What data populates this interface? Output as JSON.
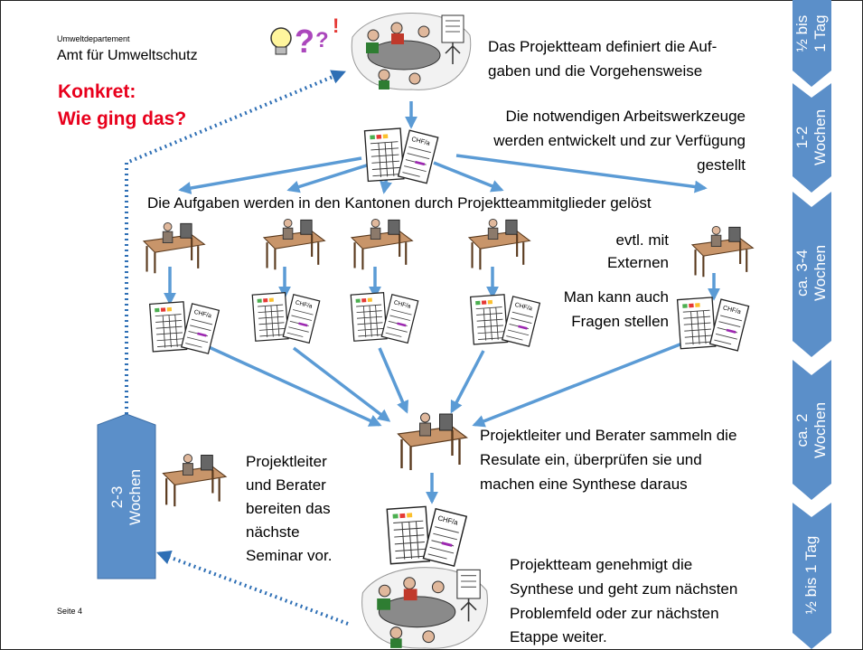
{
  "header": {
    "department": "Umweltdepartement",
    "office": "Amt für Umweltschutz",
    "title_line1": "Konkret:",
    "title_line2": "Wie ging das?"
  },
  "steps": {
    "step1_line1": "Das Projektteam definiert die Auf-",
    "step1_line2": "gaben und die Vorgehensweise",
    "step2_line1": "Die notwendigen Arbeitswerkzeuge",
    "step2_line2": "werden entwickelt und zur Verfügung",
    "step2_line3": "gestellt",
    "step3": "Die Aufgaben werden in den Kantonen durch Projektteammitglieder gelöst",
    "externals_line1": "evtl. mit",
    "externals_line2": "Externen",
    "questions_line1": "Man kann auch",
    "questions_line2": "Fragen stellen",
    "step4_line1": "Projektleiter und Berater sammeln die",
    "step4_line2": "Resulate ein, überprüfen sie und",
    "step4_line3": "machen eine Synthese daraus",
    "prep_line1": "Projektleiter",
    "prep_line2": "und Berater",
    "prep_line3": "bereiten das",
    "prep_line4": "nächste",
    "prep_line5": "Seminar vor.",
    "step5_line1": "Projektteam genehmigt die",
    "step5_line2": "Synthese und geht zum nächsten",
    "step5_line3": "Problemfeld oder zur nächsten",
    "step5_line4": "Etappe weiter."
  },
  "durations": {
    "d1": "½ bis\n1 Tag",
    "d2": "1-2\nWochen",
    "d3": "ca. 3-4\nWochen",
    "d4": "ca. 2\nWochen",
    "d5": "½ bis 1 Tag",
    "loop": "2-3\nWochen"
  },
  "footer": {
    "page": "Seite 4"
  },
  "colors": {
    "chevron": "#5b8fc9",
    "arrow": "#5b9bd5",
    "title_red": "#e8001c",
    "loop_dotted": "#2e6fb5"
  },
  "icons": [
    "lightbulb-question-icon",
    "meeting-table-icon",
    "worksheet-icon",
    "desk-worker-icon",
    "consultants-desk-icon"
  ]
}
